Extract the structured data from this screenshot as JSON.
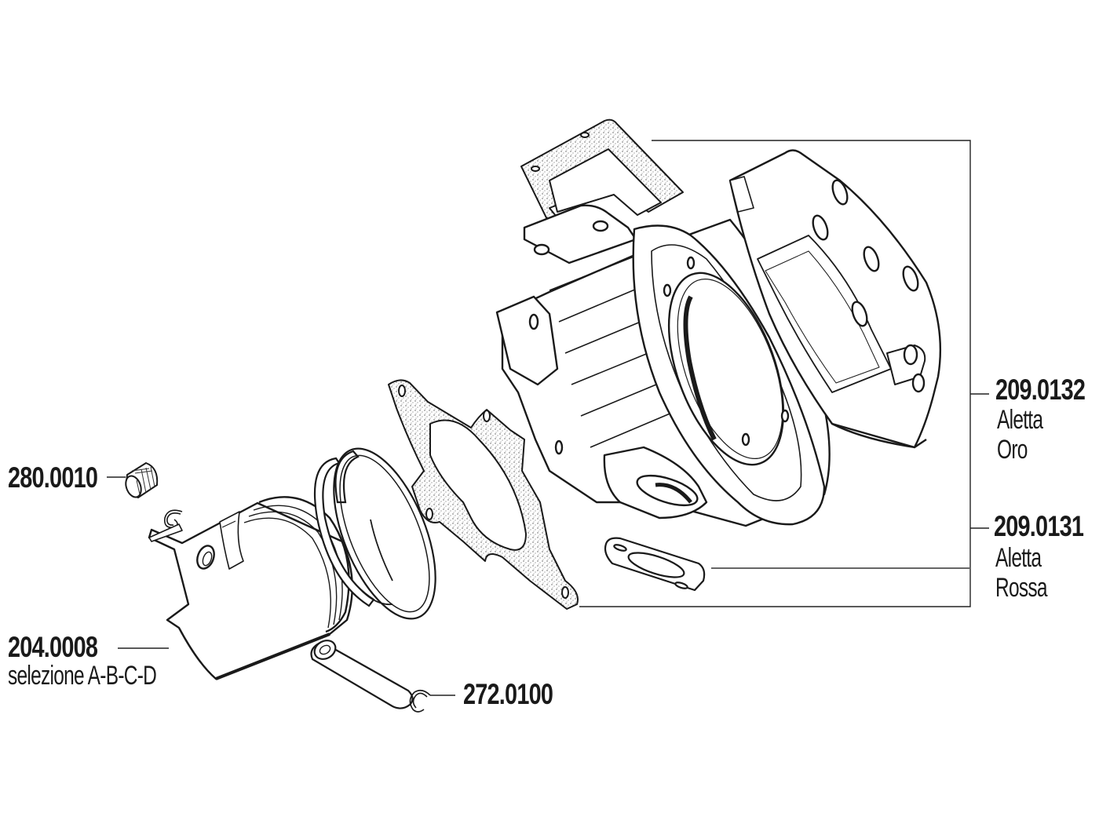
{
  "diagram": {
    "type": "exploded parts diagram",
    "subject": "cylinder kit",
    "line_color": "#1a1a1a",
    "gasket_fill": "#d9d9d9",
    "background": "#ffffff"
  },
  "labels": [
    {
      "id": "small-end-bearing",
      "code": "280.0010",
      "lines": []
    },
    {
      "id": "piston",
      "code": "204.0008",
      "lines": [
        "selezione A-B-C-D"
      ]
    },
    {
      "id": "piston-pin-clip",
      "code": "272.0100",
      "lines": []
    },
    {
      "id": "cylinder-kit-oro",
      "code": "209.0132",
      "lines": [
        "Aletta",
        "Oro"
      ]
    },
    {
      "id": "cylinder-kit-rossa",
      "code": "209.0131",
      "lines": [
        "Aletta",
        "Rossa"
      ]
    }
  ],
  "parts": [
    "small-end needle bearing",
    "piston pin circlip",
    "piston",
    "piston rings",
    "piston pin",
    "base gasket",
    "cylinder",
    "exhaust gasket",
    "intake flange gasket",
    "cylinder head"
  ]
}
